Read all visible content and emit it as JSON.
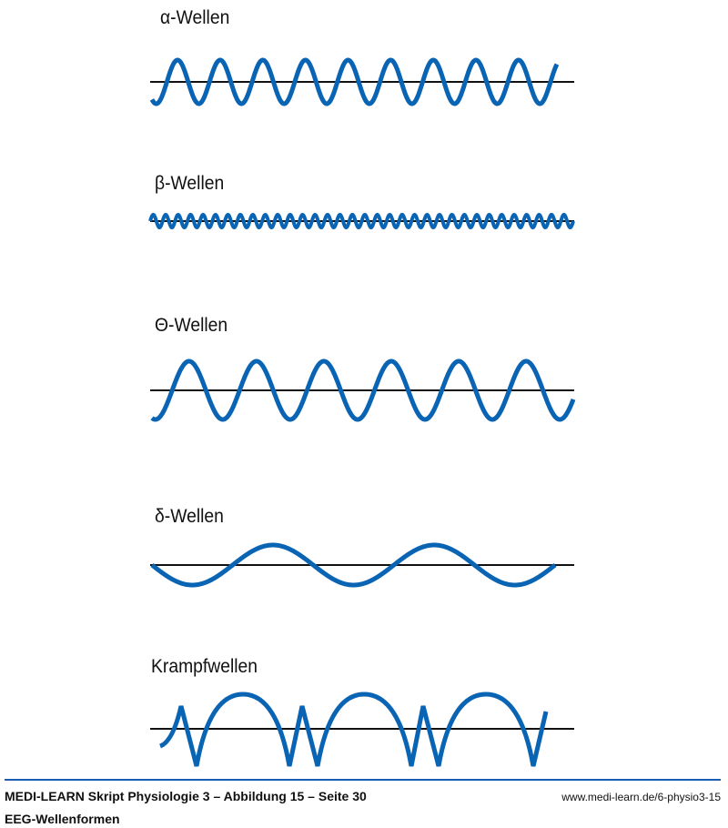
{
  "waves": [
    {
      "label": "α-Wellen",
      "type": "sine",
      "cycles": 9.5
    },
    {
      "label": "β-Wellen",
      "type": "sine",
      "cycles": 34
    },
    {
      "label": "Θ-Wellen",
      "type": "sine",
      "cycles": 6.25
    },
    {
      "label": "δ-Wellen",
      "type": "sine",
      "cycles": 2.5
    },
    {
      "label": "Krampfwellen",
      "type": "spike-wave",
      "cycles": 3
    }
  ],
  "footer": {
    "title": "MEDI-LEARN Skript Physiologie 3 – Abbildung 15 – Seite 30",
    "subtitle": "EEG-Wellenformen",
    "url": "www.medi-learn.de/6-physio3-15"
  },
  "colors": {
    "wave": "#0a64b4",
    "baseline": "#111111",
    "rule": "#1a5fb4"
  }
}
